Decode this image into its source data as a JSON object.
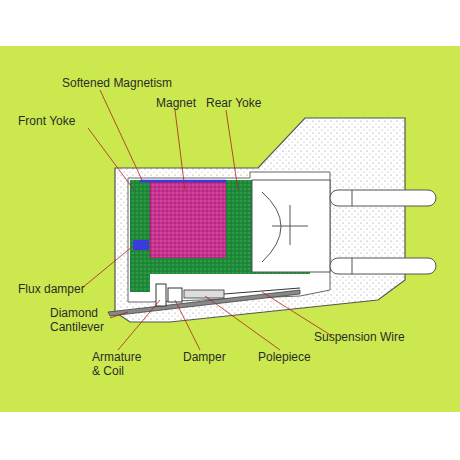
{
  "diagram": {
    "labels": [
      "Softened Magnetism",
      "Front Yoke",
      "Magnet",
      "Rear Yoke",
      "Flux damper",
      "Diamond Cantilever",
      "Armature & Coil",
      "Damper",
      "Polepiece",
      "Suspension Wire"
    ]
  }
}
